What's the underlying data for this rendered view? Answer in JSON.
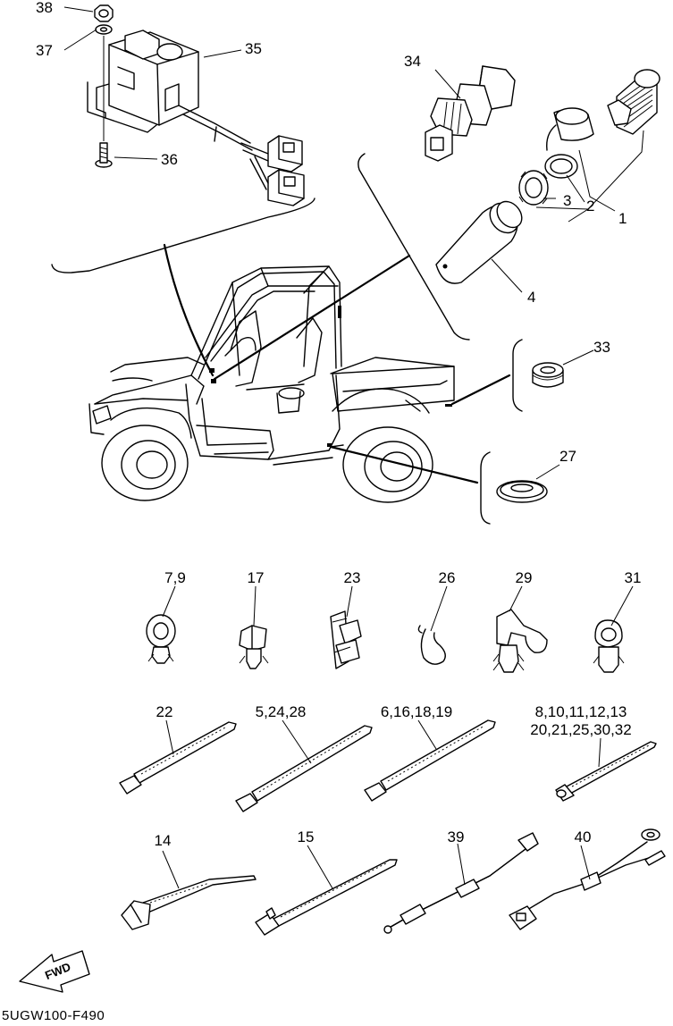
{
  "diagram_code": "5UGW100-F490",
  "fwd_label": "FWD",
  "callouts": {
    "p38": "38",
    "p37": "37",
    "p35": "35",
    "p36": "36",
    "p34": "34",
    "p2": "2",
    "p3": "3",
    "p1": "1",
    "p4": "4",
    "p33": "33",
    "p27": "27",
    "p7_9": "7,9",
    "p17": "17",
    "p23": "23",
    "p26": "26",
    "p29": "29",
    "p31": "31",
    "p22": "22",
    "p5_24_28": "5,24,28",
    "p6_16_18_19": "6,16,18,19",
    "p8_10_11_12_13": "8,10,11,12,13",
    "p20_21_25_30_32": "20,21,25,30,32",
    "p14": "14",
    "p15": "15",
    "p39": "39",
    "p40": "40"
  }
}
